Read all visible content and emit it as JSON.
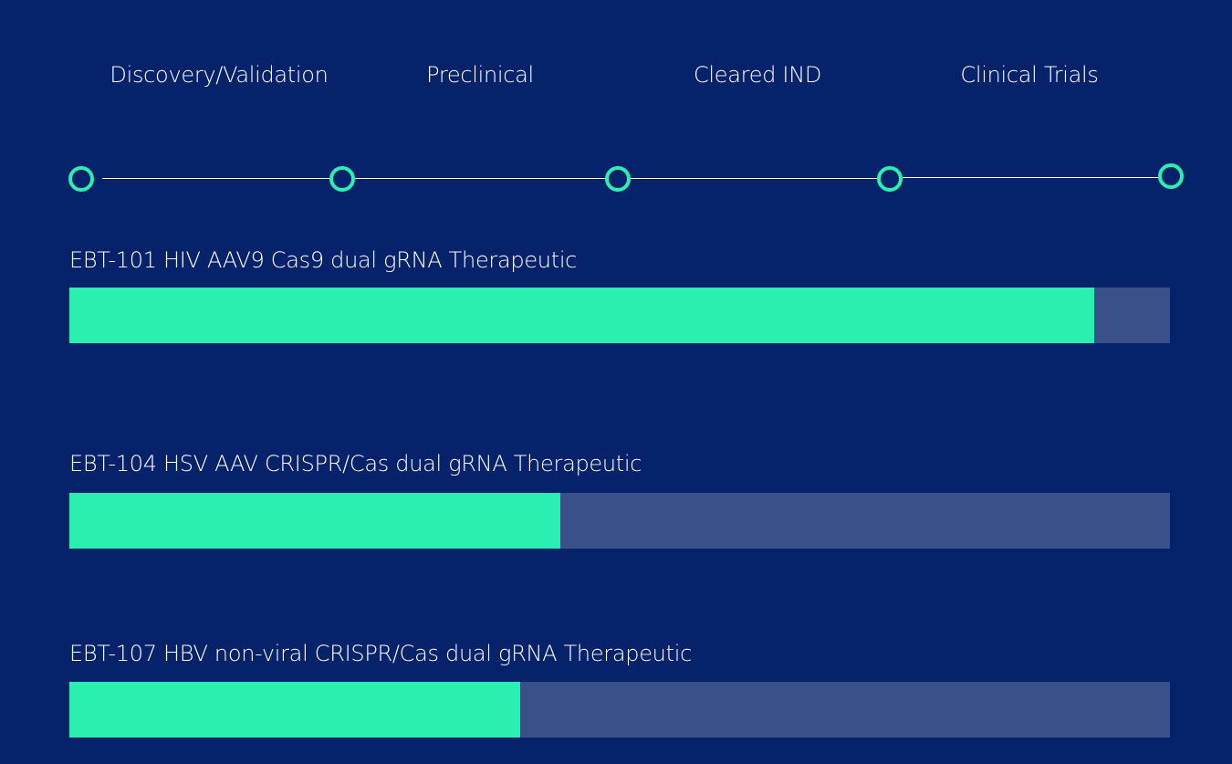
{
  "stages": [
    {
      "label": "Discovery/Validation"
    },
    {
      "label": "Preclinical"
    },
    {
      "label": "Cleared IND"
    },
    {
      "label": "Clinical Trials"
    }
  ],
  "colors": {
    "background": "#06226a",
    "accent": "#29f0b0",
    "track": "#3a5088"
  },
  "programs": [
    {
      "label": "EBT-101 HIV AAV9 Cas9 dual gRNA Therapeutic",
      "progress_percent": 93.1
    },
    {
      "label": "EBT-104 HSV AAV CRISPR/Cas dual gRNA Therapeutic",
      "progress_percent": 44.6
    },
    {
      "label": "EBT-107 HBV non-viral CRISPR/Cas dual gRNA Therapeutic",
      "progress_percent": 41.0
    }
  ]
}
